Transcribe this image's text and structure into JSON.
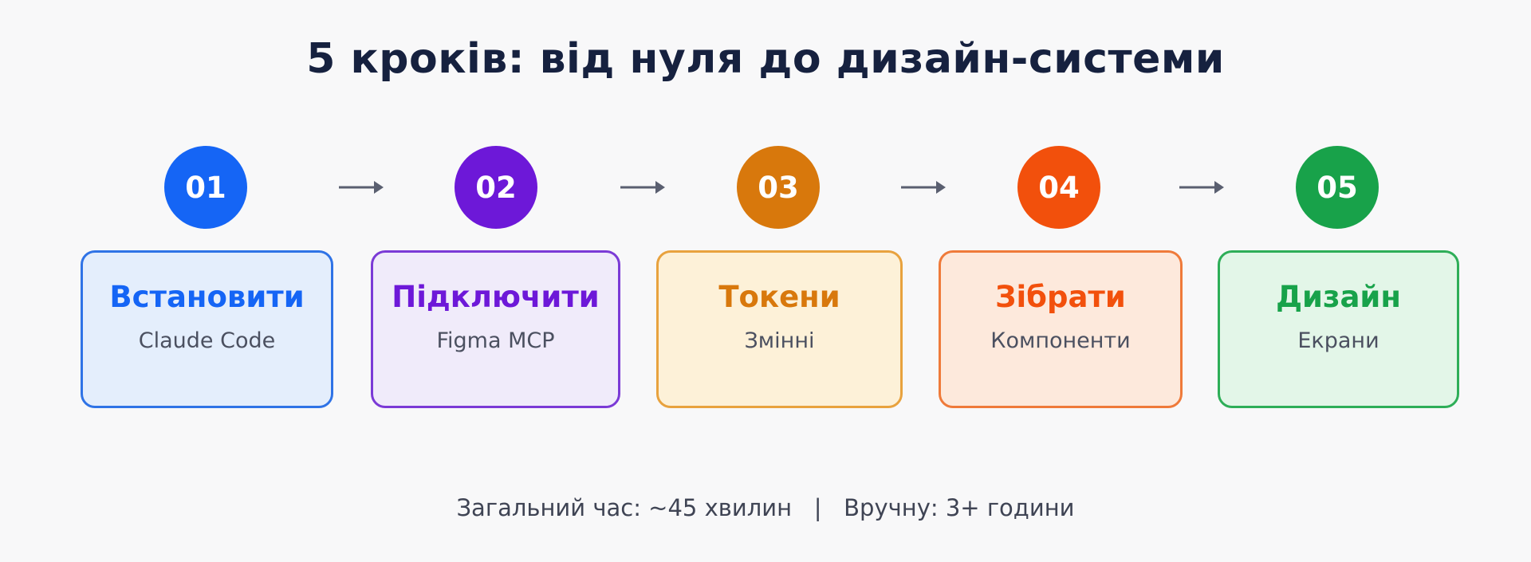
{
  "title": "5 кроків: від нуля до дизайн-системи",
  "steps": [
    {
      "number": "01",
      "title": "Встановити",
      "subtitle": "Claude Code",
      "color": "#1565f5",
      "card_bg": "#e4eefc",
      "card_border": "#2f73e6"
    },
    {
      "number": "02",
      "title": "Підключити",
      "subtitle": "Figma MCP",
      "color": "#6d18d8",
      "card_bg": "#f0ebfa",
      "card_border": "#7b3ad6"
    },
    {
      "number": "03",
      "title": "Токени",
      "subtitle": "Змінні",
      "color": "#d8780c",
      "card_bg": "#fdf1d8",
      "card_border": "#e8a23e"
    },
    {
      "number": "04",
      "title": "Зібрати",
      "subtitle": "Компоненти",
      "color": "#f2500c",
      "card_bg": "#fde9dc",
      "card_border": "#ef7a3a"
    },
    {
      "number": "05",
      "title": "Дизайн",
      "subtitle": "Екрани",
      "color": "#18a24a",
      "card_bg": "#e3f6e8",
      "card_border": "#2eae58"
    }
  ],
  "footer": {
    "total_time": "Загальний час: ~45 хвилин",
    "separator": "|",
    "manual_time": "Вручну: 3+ години"
  },
  "arrow_color": "#5a5f70"
}
